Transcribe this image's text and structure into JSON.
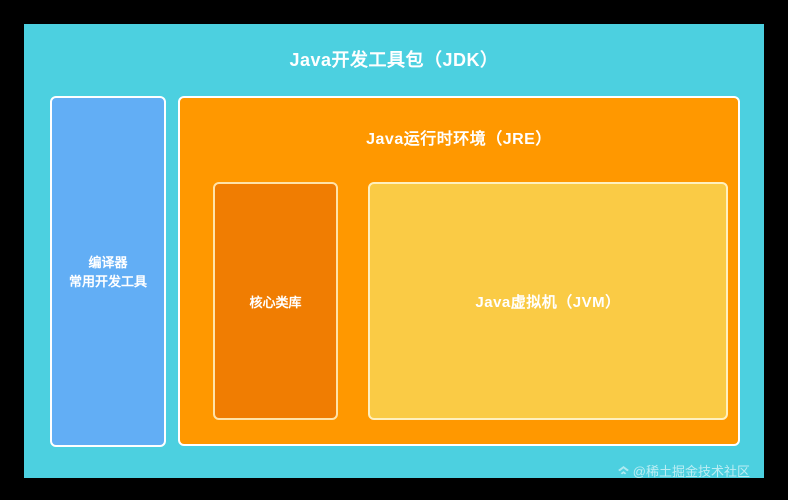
{
  "diagram": {
    "title": "Java开发工具包（JDK）",
    "colors": {
      "background": "#000000",
      "jdk": "#4CD0E0",
      "compiler": "#62AEF5",
      "jre": "#FF9800",
      "corelib": "#F07D02",
      "jvm": "#FACB45",
      "border": "#FFFFFF",
      "text": "#FFFFFF"
    },
    "compiler_box": {
      "line1": "编译器",
      "line2": "常用开发工具"
    },
    "jre_panel": {
      "title": "Java运行时环境（JRE）",
      "corelib_label": "核心类库",
      "jvm_label": "Java虚拟机（JVM）"
    },
    "watermark": {
      "text": "@稀土掘金技术社区"
    }
  }
}
